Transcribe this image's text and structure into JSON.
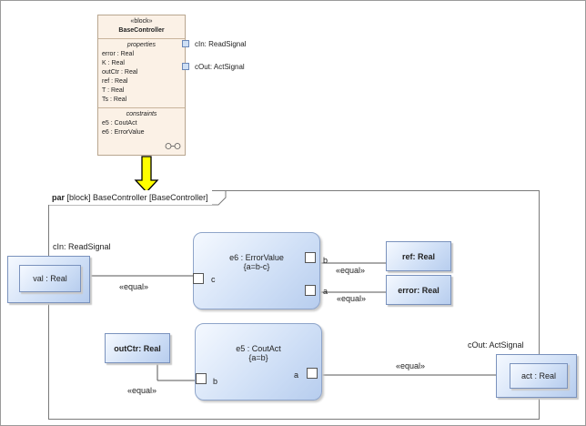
{
  "block": {
    "stereotype": "«block»",
    "name": "BaseController",
    "properties_title": "properties",
    "properties": [
      "error : Real",
      "K : Real",
      "outCtr : Real",
      "ref : Real",
      "T : Real",
      "Ts : Real"
    ],
    "constraints_title": "constraints",
    "constraints": [
      "e5 : CoutAct",
      "e6 : ErrorValue"
    ],
    "ports": [
      "cIn: ReadSignal",
      "cOut: ActSignal"
    ]
  },
  "colors": {
    "arrow": "#ffff00",
    "block_fill": "#fbf1e6",
    "property_fill": "#cfdff6"
  },
  "frame": {
    "kind": "par",
    "title_rest": " [block] BaseController [BaseController]"
  },
  "diagram": {
    "cin_label": "cIn: ReadSignal",
    "cin_part": "val : Real",
    "cout_label": "cOut: ActSignal",
    "cout_part": "act : Real",
    "e6": {
      "name": "e6 : ErrorValue",
      "expr": "{a=b-c}",
      "pins": [
        "b",
        "a",
        "c"
      ]
    },
    "e5": {
      "name": "e5 : CoutAct",
      "expr": "{a=b}",
      "pins": [
        "a",
        "b"
      ]
    },
    "ref_prop": "ref: Real",
    "error_prop": "error: Real",
    "outctr_prop": "outCtr: Real",
    "equal": [
      "«equal»",
      "«equal»",
      "«equal»",
      "«equal»",
      "«equal»"
    ]
  }
}
